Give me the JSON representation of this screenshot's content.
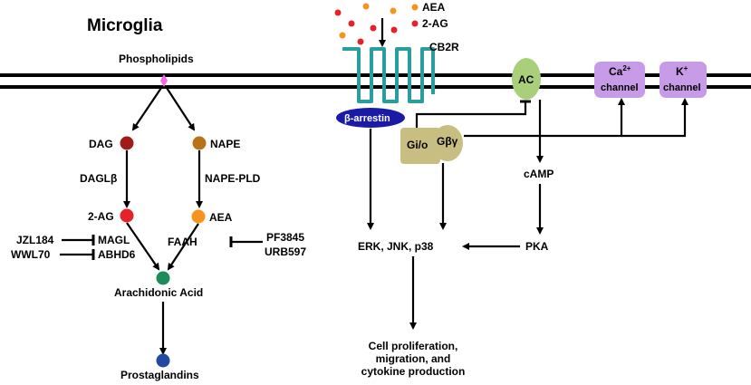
{
  "title": "Microglia",
  "membrane_label": "Phospholipids",
  "ligands": {
    "aea": "AEA",
    "two_ag": "2-AG",
    "color_aea": "#f7941d",
    "color_2ag": "#e6212a"
  },
  "receptor": {
    "label": "CB2R",
    "color": "#2a9d9e"
  },
  "nodes": {
    "dag": "DAG",
    "nape": "NAPE",
    "dagl": "DAGLβ",
    "nape_pld": "NAPE-PLD",
    "two_ag": "2-AG",
    "aea": "AEA",
    "magl": "MAGL",
    "abhd6": "ABHD6",
    "faah": "FAAH",
    "aa": "Arachidonic Acid",
    "pg": "Prostaglandins"
  },
  "inhibitors": {
    "jzl": "JZL184",
    "wwl": "WWL70",
    "pf": "PF3845",
    "urb": "URB597"
  },
  "signaling": {
    "arrestin": "β-arrestin",
    "gio": "Gi/o",
    "gby": "Gβγ",
    "ac": "AC",
    "camp": "cAMP",
    "pka": "PKA",
    "erk": "ERK, JNK, p38",
    "ca_channel_top": "Ca",
    "ca_sup": "2+",
    "ca_channel_bottom": "channel",
    "k_channel_top": "K",
    "k_sup": "+",
    "k_channel_bottom": "channel",
    "outcome_1": "Cell proliferation,",
    "outcome_2": "migration, and",
    "outcome_3": "cytokine production"
  },
  "colors": {
    "dag": "#a11b1b",
    "nape": "#b8721b",
    "two_ag": "#e6212a",
    "aea": "#f7941d",
    "aa": "#1f8a5a",
    "pg": "#234aa0",
    "phospholipid": "#f26be0",
    "arrestin": "#1a1aa6",
    "g_protein": "#c9be82",
    "ac": "#a9cf7a",
    "channel": "#c79be8"
  }
}
